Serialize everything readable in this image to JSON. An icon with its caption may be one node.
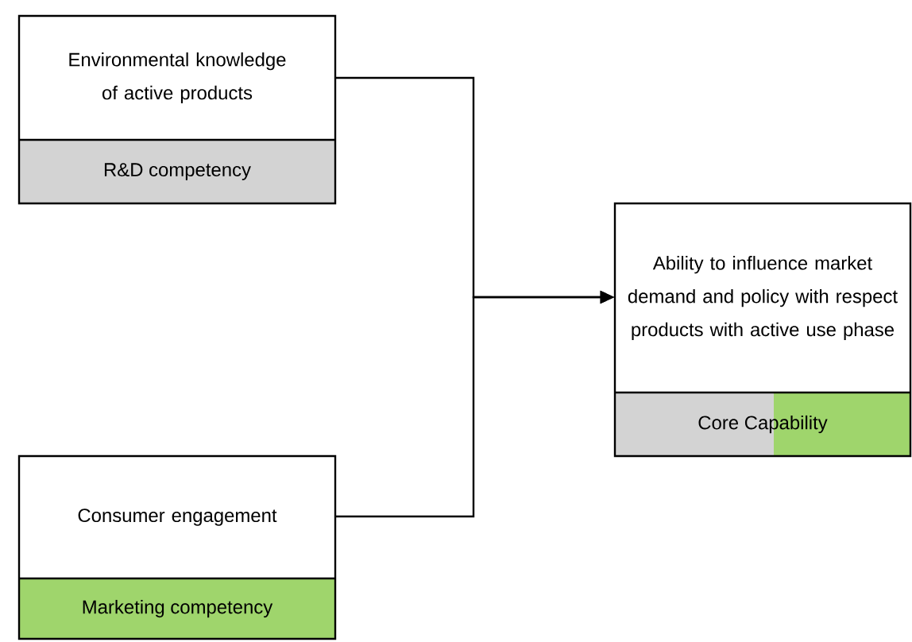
{
  "diagram": {
    "nodes": [
      {
        "text": [
          "Environmental knowledge of active products",
          "R&D competency"
        ]
      },
      {
        "text": [
          "Consumer engagement",
          "Marketing competency"
        ]
      },
      {
        "text": [
          "Ability to influence market demand and policy with respect products with active use phase",
          "Core Capability"
        ]
      }
    ],
    "edges": [
      {
        "from": 0,
        "to": 2,
        "arrow": "to"
      },
      {
        "from": 1,
        "to": 2,
        "arrow": "to"
      }
    ]
  }
}
